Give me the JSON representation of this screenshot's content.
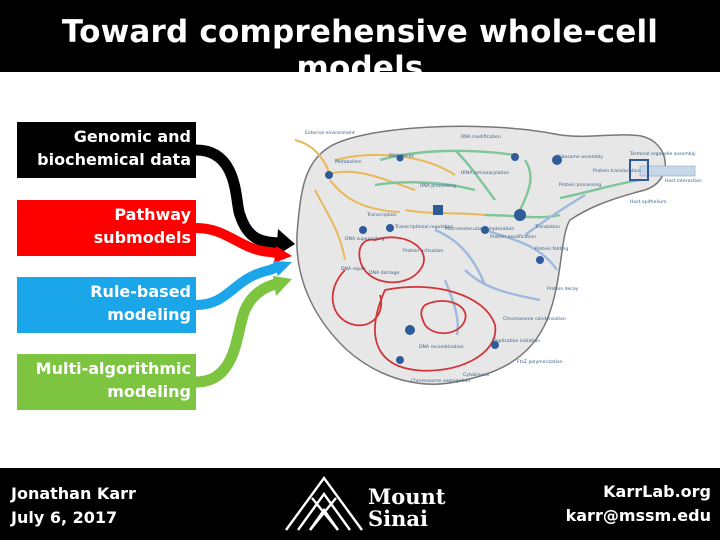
{
  "slide": {
    "title": "Toward comprehensive whole-cell models"
  },
  "data_sources": [
    {
      "line1": "Genomic and",
      "line2": "biochemical data",
      "color": "#000000"
    },
    {
      "line1": "Pathway",
      "line2": "submodels",
      "color": "#ff0000"
    },
    {
      "line1": "Rule-based",
      "line2": "modeling",
      "color": "#1aa6e8"
    },
    {
      "line1": "Multi-algorithmic",
      "line2": "modeling",
      "color": "#7dc441"
    }
  ],
  "diagram": {
    "labels": {
      "external_environment": "External environment",
      "rna_modification": "RNA modification",
      "rna_decay": "RNA decay",
      "metabolism": "Metabolism",
      "trna_aminoacylation": "tRNA aminoacylation",
      "ribosome_assembly": "Ribosome assembly",
      "terminal_organelle_assembly": "Terminal organelle assembly",
      "rna_processing": "RNA processing",
      "protein_processing": "Protein processing",
      "protein_translocation": "Protein translocation",
      "host_interaction": "Host interaction",
      "host_epithelium": "Host epithelium",
      "transcription": "Transcription",
      "transcriptional_regulation": "Transcriptional regulation",
      "dna_supercoiling": "DNA supercoiling",
      "macromolecular_complexation": "Macromolecular complexation",
      "translation": "Translation",
      "protein_modification": "Protein modification",
      "protein_activation": "Protein activation",
      "protein_folding": "Protein folding",
      "dna_repair": "DNA repair",
      "dna_damage": "DNA damage",
      "protein_decay": "Protein decay",
      "chromosome_condensation": "Chromosome condensation",
      "dna_recombination": "DNA recombination",
      "replication_initiation": "Replication initiation",
      "ftsz_polymerization": "FtsZ polymerization",
      "cytokinesis": "Cytokinesis",
      "chromosome_segregation": "Chromosome segregation"
    }
  },
  "footer": {
    "author": "Jonathan Karr",
    "date": "July 6, 2017",
    "website": "KarrLab.org",
    "email": "karr@mssm.edu",
    "logo_line1": "Mount",
    "logo_line2": "Sinai"
  }
}
